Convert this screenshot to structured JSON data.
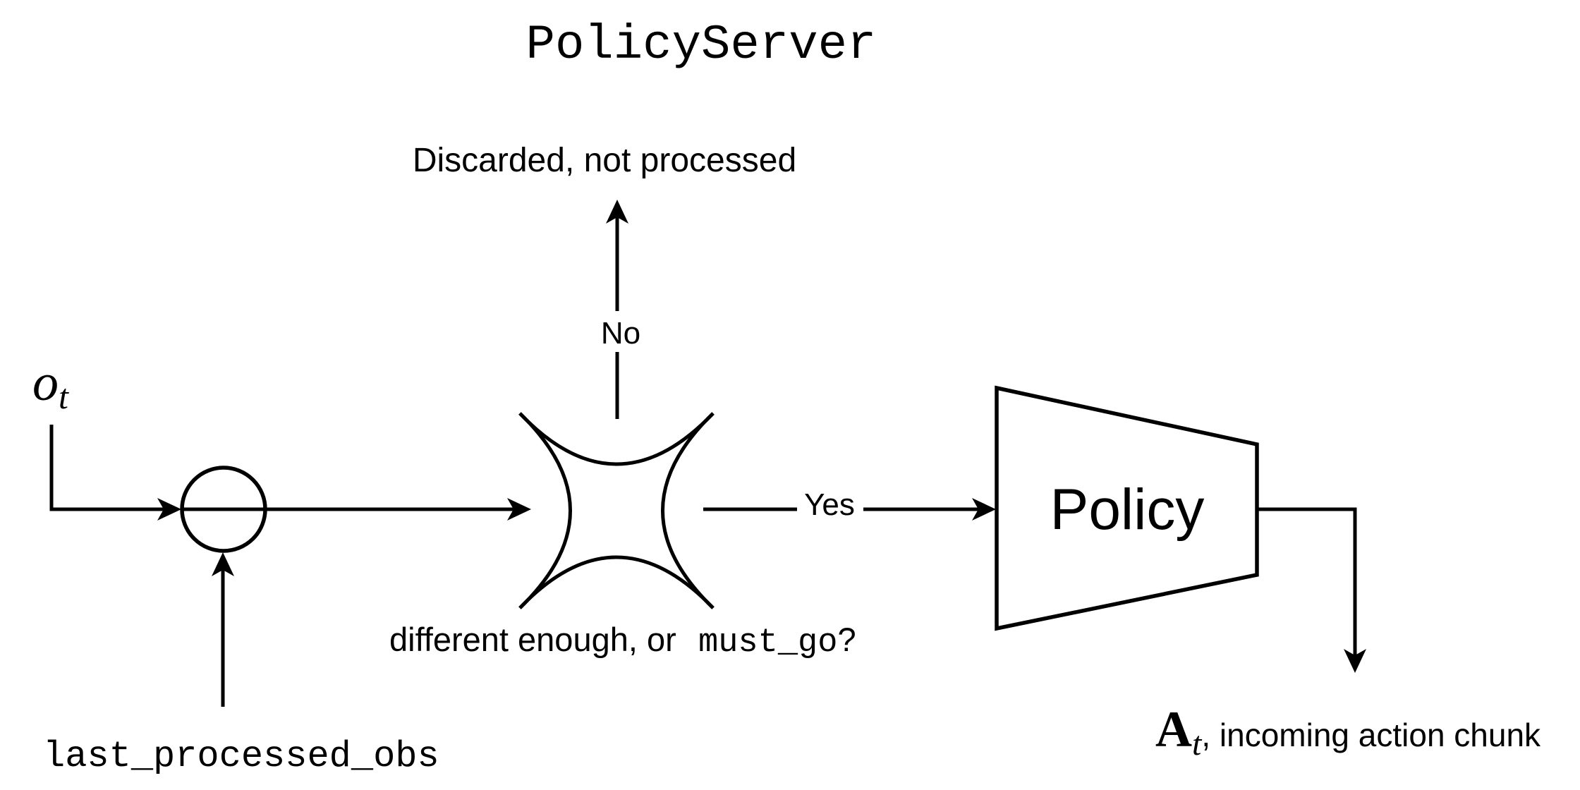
{
  "labels": {
    "title": "PolicyServer",
    "discarded": "Discarded, not processed",
    "no": "No",
    "yes": "Yes",
    "policy": "Policy",
    "obs_symbol": "o",
    "obs_sub": "t",
    "last_processed_obs": "last_processed_obs",
    "condition_text": "different enough, or",
    "condition_code": "must_go",
    "condition_suffix": "?",
    "action_symbol": "A",
    "action_sub": "t",
    "action_text": ", incoming action chunk"
  },
  "colors": {
    "ink": "#000000",
    "background": "#ffffff"
  }
}
